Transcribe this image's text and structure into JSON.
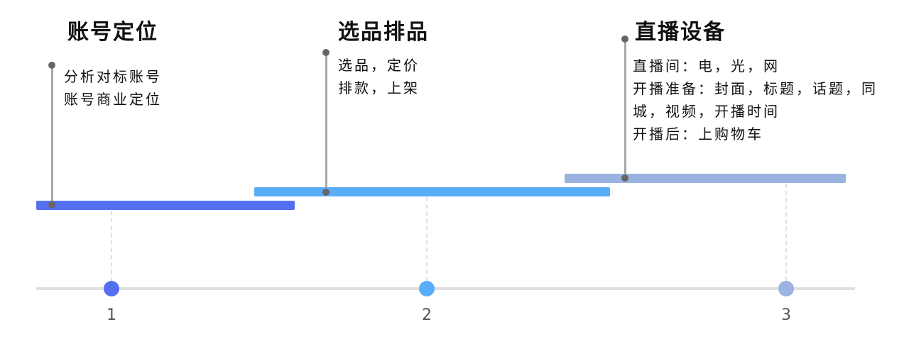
{
  "stages": [
    {
      "number": "1",
      "title": "账号定位",
      "lines": [
        "分析对标账号",
        "账号商业定位"
      ],
      "color": "#5470f0"
    },
    {
      "number": "2",
      "title": "选品排品",
      "lines": [
        "选品，定价",
        "排款，上架"
      ],
      "color": "#5aaef8"
    },
    {
      "number": "3",
      "title": "直播设备",
      "lines": [
        "直播间：电，光，网",
        "开播准备：封面，标题，话题，同",
        "城，视频，开播时间",
        "开播后：上购物车"
      ],
      "color": "#9ab3e0"
    }
  ],
  "axis_color": "#e0e0e0"
}
